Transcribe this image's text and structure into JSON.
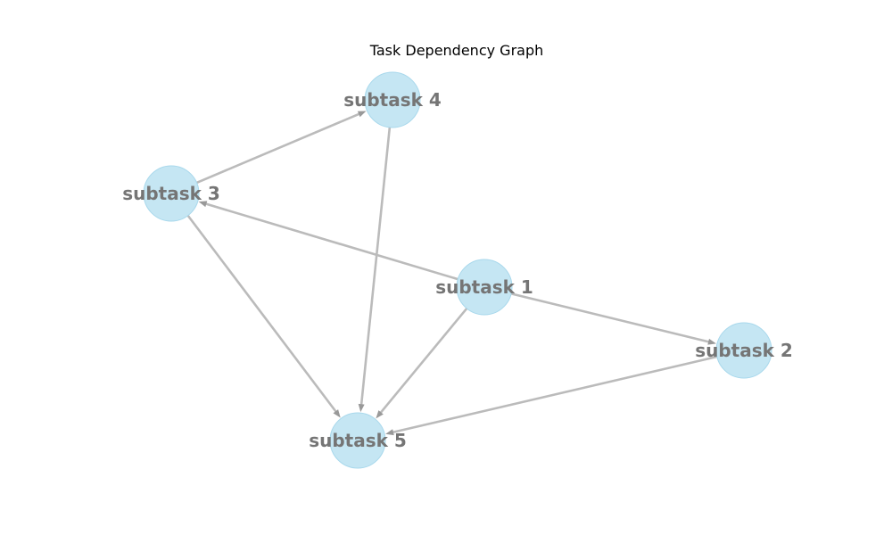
{
  "title": "Task Dependency Graph",
  "colors": {
    "node_fill": "#c5e6f3",
    "node_stroke": "#a8d8ec",
    "edge": "#bbbbbb",
    "arrowhead": "#999999",
    "label": "#757575"
  },
  "nodes": [
    {
      "id": "subtask_1",
      "label": "subtask 1"
    },
    {
      "id": "subtask_2",
      "label": "subtask 2"
    },
    {
      "id": "subtask_3",
      "label": "subtask 3"
    },
    {
      "id": "subtask_4",
      "label": "subtask 4"
    },
    {
      "id": "subtask_5",
      "label": "subtask 5"
    }
  ],
  "edges": [
    {
      "from": "subtask_1",
      "to": "subtask_3"
    },
    {
      "from": "subtask_1",
      "to": "subtask_2"
    },
    {
      "from": "subtask_1",
      "to": "subtask_5"
    },
    {
      "from": "subtask_3",
      "to": "subtask_4"
    },
    {
      "from": "subtask_3",
      "to": "subtask_5"
    },
    {
      "from": "subtask_4",
      "to": "subtask_5"
    },
    {
      "from": "subtask_2",
      "to": "subtask_5"
    }
  ]
}
